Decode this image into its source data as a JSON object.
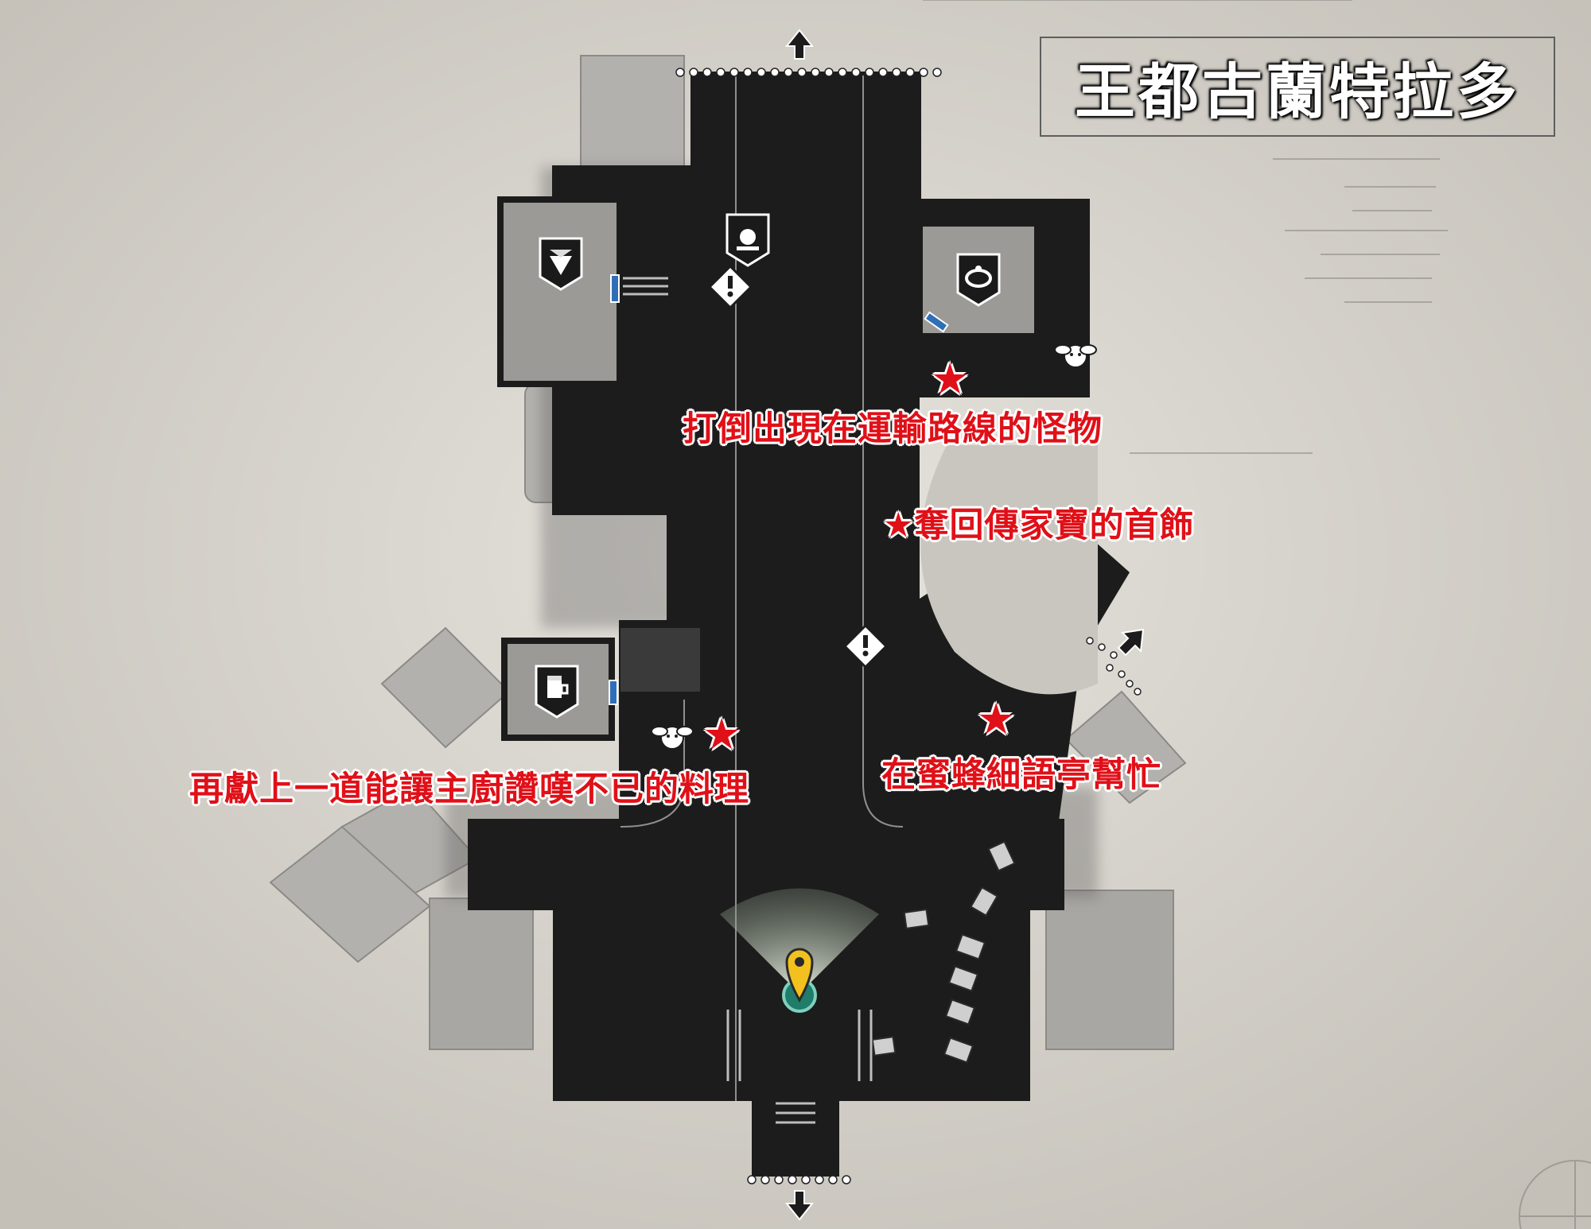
{
  "map": {
    "title": "王都古蘭特拉多"
  },
  "quests": [
    {
      "id": "q1",
      "label": "打倒出現在運輸路線的怪物"
    },
    {
      "id": "q2",
      "label": "奪回傳家寶的首飾"
    },
    {
      "id": "q3",
      "label": "再獻上一道能讓主廚讚嘆不已的料理"
    },
    {
      "id": "q4",
      "label": "在蜜蜂細語亭幫忙"
    }
  ],
  "markers": {
    "quest_star_icon": "star-icon",
    "alert_icon": "exclamation-diamond-icon",
    "player_icon": "player-location-pin-icon",
    "shops": [
      "armor-shop-icon",
      "item-shop-icon",
      "accessory-shop-icon",
      "inn-tavern-icon"
    ],
    "npc_icons": [
      "fairy-npc-icon",
      "fairy-npc-icon"
    ]
  },
  "colors": {
    "quest_red": "#e01018",
    "road": "#1c1c1c",
    "paper": "#dad6cf",
    "player_pin": "#f2c11d"
  }
}
